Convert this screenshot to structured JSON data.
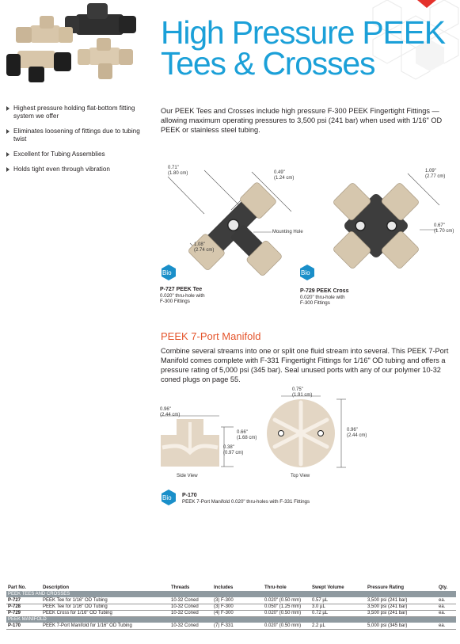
{
  "title": {
    "line1": "High Pressure PEEK",
    "line2": "Tees & Crosses"
  },
  "bullets": [
    "Highest pressure holding flat-bottom fitting system we offer",
    "Eliminates loosening of fittings due to tubing twist",
    "Excellent for Tubing Assemblies",
    "Holds tight even through vibration"
  ],
  "intro": "Our PEEK Tees and Crosses include high pressure F-300 PEEK Fingertight Fittings — allowing maximum operating pressures to 3,500 psi (241 bar) when used with 1/16\" OD PEEK or stainless steel tubing.",
  "tee_fig": {
    "dim1": "0.71\"",
    "dim1m": "(1.80 cm)",
    "dim2": "0.49\"",
    "dim2m": "(1.24 cm)",
    "dim3": "1.08\"",
    "dim3m": "(2.74 cm)",
    "hole_label": "Mounting Hole",
    "bio": "Bio",
    "part": "P-727 PEEK Tee",
    "desc1": "0.020\" thru-hole with",
    "desc2": "F-300 Fittings"
  },
  "cross_fig": {
    "dim1": "1.09\"",
    "dim1m": "(2.77 cm)",
    "dim2": "0.67\"",
    "dim2m": "(1.70 cm)",
    "bio": "Bio",
    "part": "P-729 PEEK Cross",
    "desc1": "0.020\" thru-hole with",
    "desc2": "F-300 Fittings"
  },
  "manifold": {
    "title": "PEEK 7-Port Manifold",
    "desc": "Combine several streams into one or split one fluid stream into several. This PEEK 7-Port Manifold comes complete with F-331 Fingertight Fittings for 1/16\" OD tubing and offers a pressure rating of 5,000 psi (345 bar). Seal unused ports with any of our polymer 10-32 coned plugs on page 55.",
    "side_w": "0.96\"",
    "side_wm": "(2.44 cm)",
    "side_h1": "0.66\"",
    "side_h1m": "(1.68 cm)",
    "side_h2": "0.38\"",
    "side_h2m": "(0.97 cm)",
    "top_w": "0.75\"",
    "top_wm": "(1.91 cm)",
    "top_h": "0.96\"",
    "top_hm": "(2.44 cm)",
    "side_label": "Side View",
    "top_label": "Top View",
    "bio": "Bio",
    "part": "P-170",
    "part_desc": "PEEK 7-Port Manifold 0.020\" thru-holes with F-331 Fittings"
  },
  "table": {
    "headers": [
      "Part No.",
      "Description",
      "Threads",
      "Includes",
      "Thru-hole",
      "Swept Volume",
      "Pressure Rating",
      "Qty."
    ],
    "groups": [
      {
        "name": "PEEK TEES AND CROSSES",
        "rows": [
          [
            "P-727",
            "PEEK Tee for 1/16\" OD Tubing",
            "10-32 Coned",
            "(3) F-300",
            "0.020\" (0.50 mm)",
            "0.57 µL",
            "3,500 psi (241 bar)",
            "ea."
          ],
          [
            "P-728",
            "PEEK Tee for 1/16\" OD Tubing",
            "10-32 Coned",
            "(3) F-300",
            "0.050\" (1.25 mm)",
            "3.0 µL",
            "3,500 psi (241 bar)",
            "ea."
          ],
          [
            "P-729",
            "PEEK Cross for 1/16\" OD Tubing",
            "10-32 Coned",
            "(4) F-300",
            "0.020\" (0.50 mm)",
            "0.72 µL",
            "3,500 psi (241 bar)",
            "ea."
          ]
        ]
      },
      {
        "name": "PEEK MANIFOLD",
        "rows": [
          [
            "P-170",
            "PEEK 7-Port Manifold for 1/16\" OD Tubing",
            "10-32 Coned",
            "(7) F-331",
            "0.020\" (0.50 mm)",
            "2.2 µL",
            "5,000 psi (345 bar)",
            "ea."
          ]
        ]
      }
    ]
  },
  "colors": {
    "title": "#1ba0d8",
    "accent": "#e4542b",
    "bio": "#1a8fc9",
    "peek": "#d7c8b1",
    "dark": "#3a3a3a"
  }
}
